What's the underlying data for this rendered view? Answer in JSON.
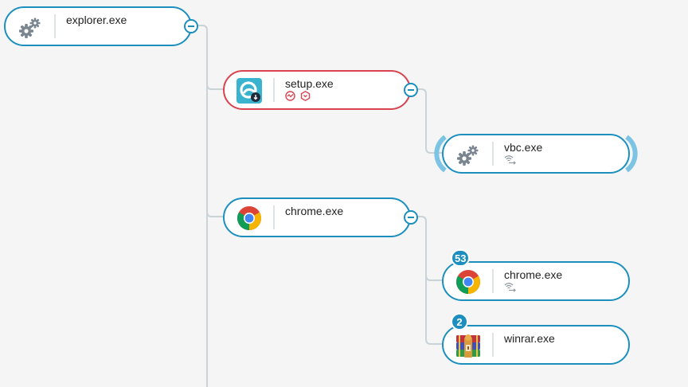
{
  "tree": {
    "nodes": [
      {
        "id": "explorer",
        "name": "explorer.exe",
        "icon": "gears-icon",
        "status": "normal",
        "collapsible": true
      },
      {
        "id": "setup",
        "name": "setup.exe",
        "icon": "setup-installer-icon",
        "status": "alert",
        "collapsible": true,
        "badges": [
          "activity-alert-icon",
          "threat-hexagon-icon"
        ]
      },
      {
        "id": "vbc",
        "name": "vbc.exe",
        "icon": "gears-icon",
        "status": "highlighted",
        "collapsible": false,
        "badges": [
          "network-connection-icon"
        ]
      },
      {
        "id": "chrome-parent",
        "name": "chrome.exe",
        "icon": "chrome-icon",
        "status": "normal",
        "collapsible": true
      },
      {
        "id": "chrome-child",
        "name": "chrome.exe",
        "icon": "chrome-icon",
        "status": "normal",
        "collapsible": false,
        "count": "53",
        "badges": [
          "network-connection-icon"
        ]
      },
      {
        "id": "winrar",
        "name": "winrar.exe",
        "icon": "winrar-icon",
        "status": "normal",
        "collapsible": false,
        "count": "2"
      }
    ]
  },
  "colors": {
    "accent": "#1c8fbf",
    "alert": "#d9434f",
    "connector": "#c9d3d8",
    "background": "#f5f5f5",
    "halo": "#7cc4e4"
  }
}
